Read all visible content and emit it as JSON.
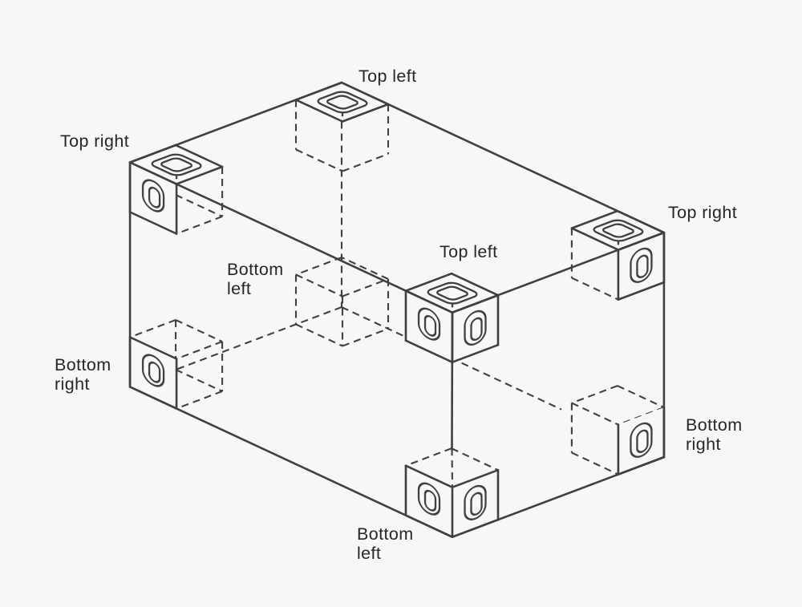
{
  "page": {
    "background": "#f7f7f7"
  },
  "diagram": {
    "line_color": "#404040",
    "text_color": "#262626",
    "corner_labels": [
      {
        "id": "top-back",
        "lines": [
          "Top left"
        ]
      },
      {
        "id": "top-left",
        "lines": [
          "Top right"
        ]
      },
      {
        "id": "top-front",
        "lines": [
          "Top left"
        ]
      },
      {
        "id": "top-right",
        "lines": [
          "Top right"
        ]
      },
      {
        "id": "bottom-back",
        "lines": [
          "Bottom",
          "left"
        ]
      },
      {
        "id": "bottom-left",
        "lines": [
          "Bottom",
          "right"
        ]
      },
      {
        "id": "bottom-front",
        "lines": [
          "Bottom",
          "left"
        ]
      },
      {
        "id": "bottom-right",
        "lines": [
          "Bottom",
          "right"
        ]
      }
    ]
  }
}
